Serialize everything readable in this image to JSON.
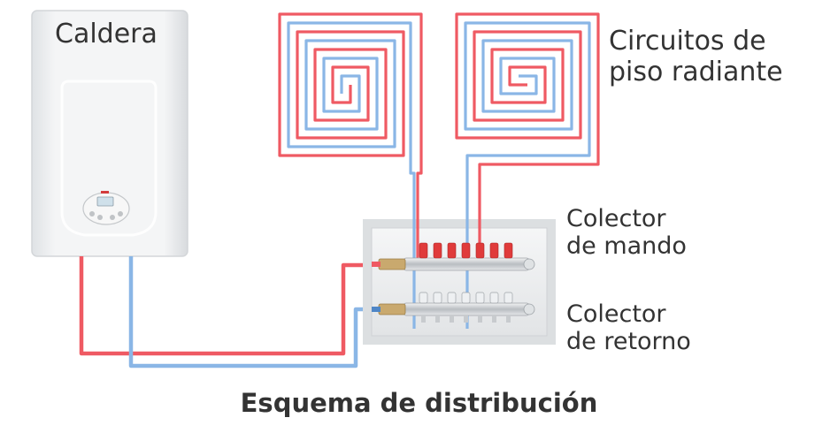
{
  "labels": {
    "boiler": "Caldera",
    "floor_circuits_line1": "Circuitos de",
    "floor_circuits_line2": "piso radiante",
    "supply_manifold_line1": "Colector",
    "supply_manifold_line2": "de mando",
    "return_manifold_line1": "Colector",
    "return_manifold_line2": "de retorno",
    "caption": "Esquema de distribución"
  },
  "colors": {
    "supply_pipe": "#ef5a63",
    "return_pipe": "#8ab6e6",
    "boiler_body": "#eef0f2",
    "manifold_panel": "#eceeef",
    "valve_red": "#e03b3b",
    "brass": "#c9a96e",
    "text": "#333333"
  }
}
